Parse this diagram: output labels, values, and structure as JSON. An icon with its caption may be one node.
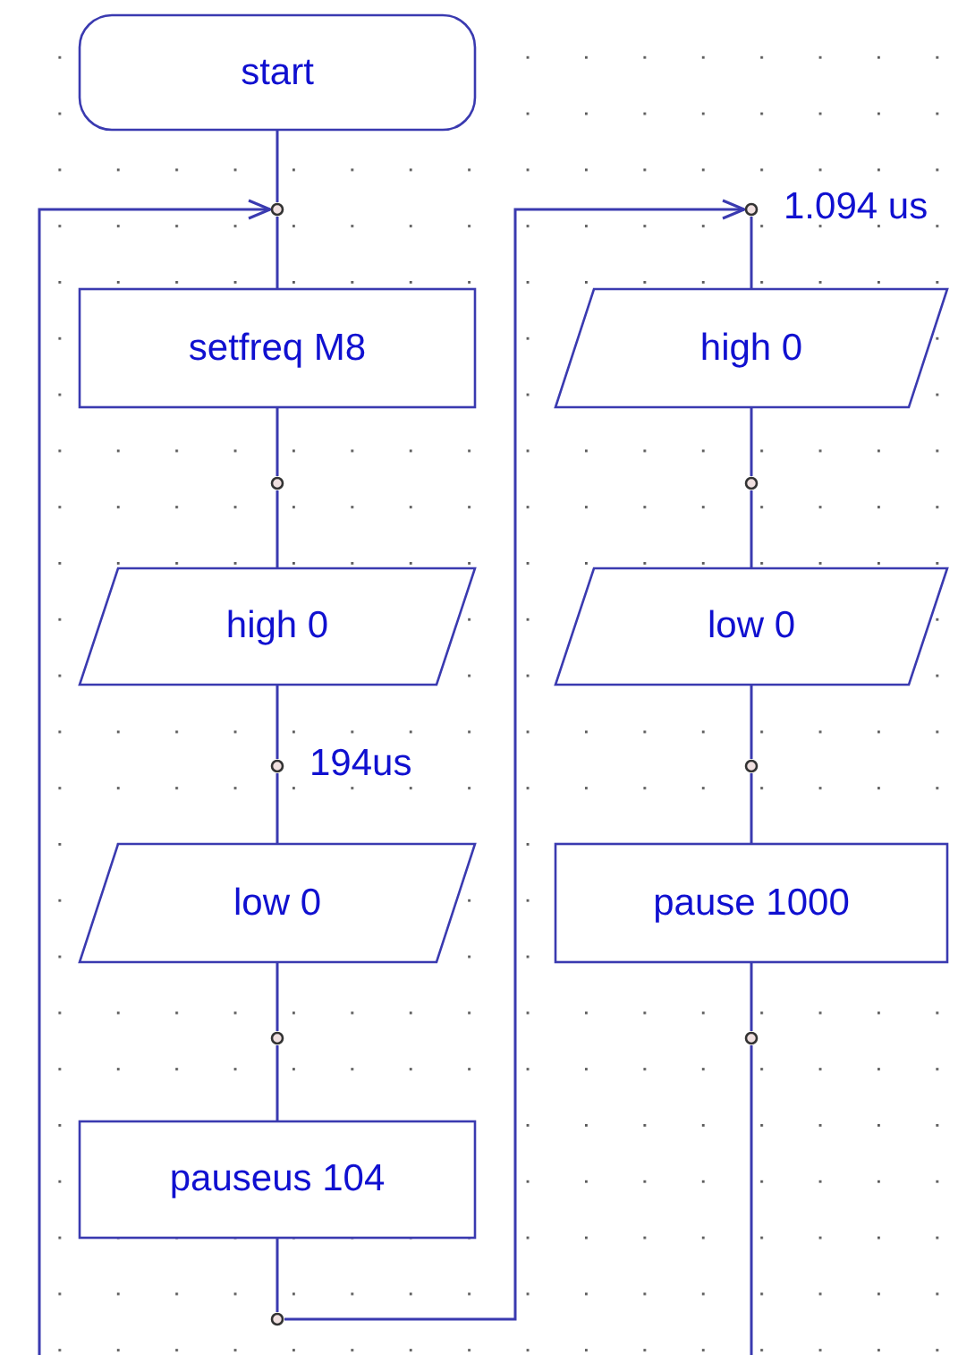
{
  "diagram": {
    "nodes": [
      {
        "text": [
          "start"
        ]
      },
      {
        "text": [],
        "shape": "circle"
      },
      {
        "text": [
          "setfreq M8"
        ]
      },
      {
        "text": [],
        "shape": "circle"
      },
      {
        "text": [
          "high 0"
        ]
      },
      {
        "text": [],
        "shape": "circle",
        "beside": [
          "194us"
        ]
      },
      {
        "text": [
          "low 0"
        ]
      },
      {
        "text": [],
        "shape": "circle"
      },
      {
        "text": [
          "pauseus 104"
        ]
      },
      {
        "text": [],
        "shape": "circle"
      },
      {
        "text": [],
        "shape": "circle",
        "beside": [
          "1.094 us"
        ]
      },
      {
        "text": [
          "high 0"
        ]
      },
      {
        "text": [],
        "shape": "circle"
      },
      {
        "text": [
          "low 0"
        ]
      },
      {
        "text": [],
        "shape": "circle"
      },
      {
        "text": [
          "pause 1000"
        ]
      },
      {
        "text": [],
        "shape": "circle"
      }
    ],
    "edges": [
      {
        "from": 0,
        "to": 1,
        "arrow": "none"
      },
      {
        "from": 1,
        "to": 2,
        "arrow": "none"
      },
      {
        "from": 2,
        "to": 3,
        "arrow": "none"
      },
      {
        "from": 3,
        "to": 4,
        "arrow": "none"
      },
      {
        "from": 4,
        "to": 5,
        "arrow": "none"
      },
      {
        "from": 5,
        "to": 6,
        "arrow": "none"
      },
      {
        "from": 6,
        "to": 7,
        "arrow": "none"
      },
      {
        "from": 7,
        "to": 8,
        "arrow": "none"
      },
      {
        "from": 8,
        "to": 9,
        "arrow": "none"
      },
      {
        "from": 9,
        "to": 10,
        "arrow": "to"
      },
      {
        "from": 10,
        "to": 11,
        "arrow": "none"
      },
      {
        "from": 11,
        "to": 12,
        "arrow": "none"
      },
      {
        "from": 12,
        "to": 13,
        "arrow": "none"
      },
      {
        "from": 13,
        "to": 14,
        "arrow": "none"
      },
      {
        "from": 14,
        "to": 15,
        "arrow": "none"
      },
      {
        "from": 15,
        "to": 16,
        "arrow": "none"
      },
      {
        "from": 16,
        "to": null,
        "arrow": "none"
      },
      {
        "from": null,
        "to": 1,
        "arrow": "to"
      }
    ]
  }
}
